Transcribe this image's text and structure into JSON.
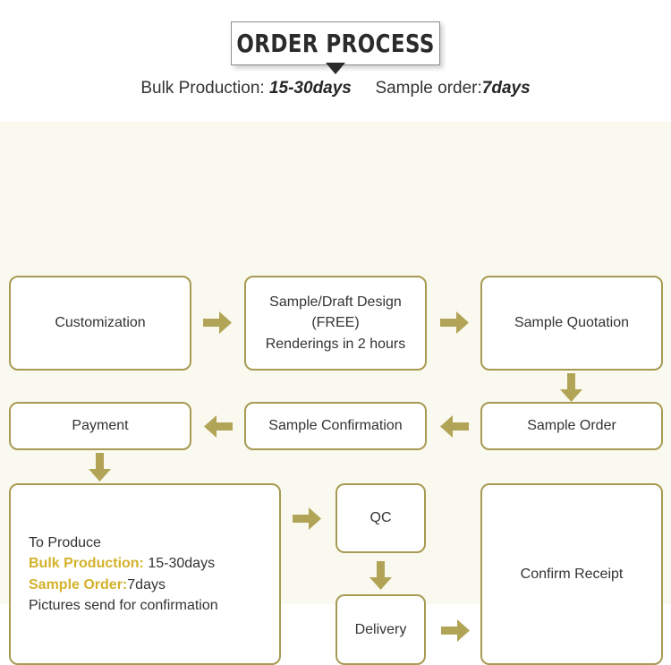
{
  "header": {
    "title": "ORDER PROCESS",
    "subtitle": {
      "bulk_label": "Bulk Production:",
      "bulk_value": "15-30days",
      "sample_label": "Sample order:",
      "sample_value": "7days"
    }
  },
  "colors": {
    "box_border": "#a89a52",
    "arrow": "#b2a457",
    "accent_gold": "#d4b22b",
    "body_background": "#faf9ef",
    "text": "#333333"
  },
  "flow": {
    "customization": "Customization",
    "design_line1": "Sample/Draft Design",
    "design_line2": "(FREE)",
    "design_line3": "Renderings in 2 hours",
    "sample_quotation": "Sample Quotation",
    "sample_order": "Sample Order",
    "sample_confirmation": "Sample Confirmation",
    "payment": "Payment",
    "produce": {
      "line1": "To Produce",
      "bulk_label": "Bulk Production:",
      "bulk_value": "15-30days",
      "sample_label": "Sample Order:",
      "sample_value": "7days",
      "line4": "Pictures send for confirmation"
    },
    "qc": "QC",
    "delivery": "Delivery",
    "confirm_receipt": "Confirm Receipt"
  },
  "arrows": [
    {
      "name": "customization-to-design",
      "direction": "right"
    },
    {
      "name": "design-to-quotation",
      "direction": "right"
    },
    {
      "name": "quotation-to-sample-order",
      "direction": "down"
    },
    {
      "name": "sample-order-to-confirmation",
      "direction": "left"
    },
    {
      "name": "confirmation-to-payment",
      "direction": "left"
    },
    {
      "name": "payment-to-produce",
      "direction": "down"
    },
    {
      "name": "produce-to-qc",
      "direction": "right"
    },
    {
      "name": "qc-to-delivery",
      "direction": "down"
    },
    {
      "name": "delivery-to-receipt",
      "direction": "right"
    }
  ]
}
